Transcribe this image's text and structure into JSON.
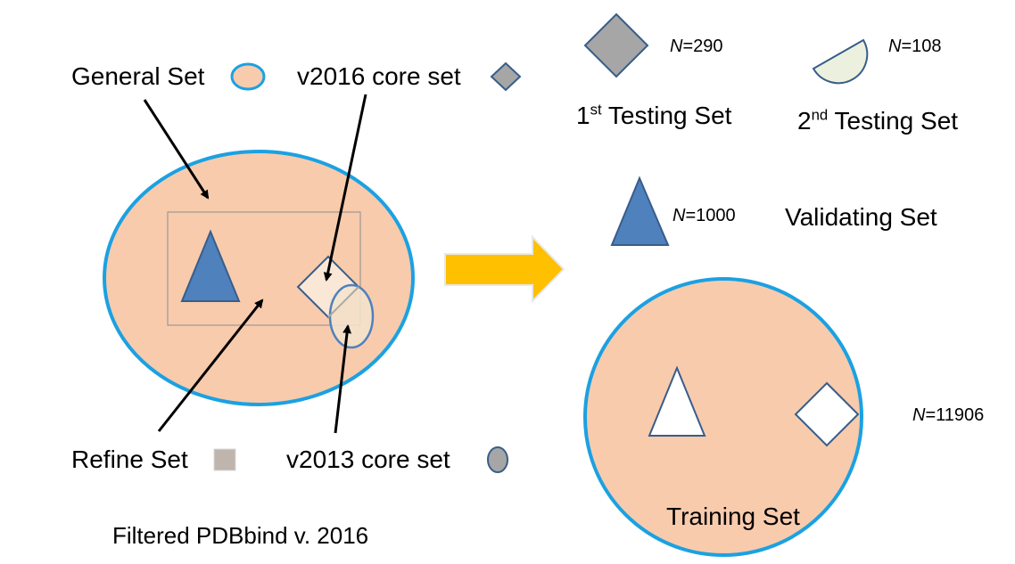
{
  "left_panel": {
    "general_set_label": "General Set",
    "v2016_core_set_label": "v2016 core set",
    "refine_set_label": "Refine Set",
    "v2013_core_set_label": "v2013 core set",
    "caption": "Filtered PDBbind v. 2016"
  },
  "right_panel": {
    "testing1": {
      "n_var": "N",
      "n_value": "=290",
      "label_base": "1",
      "label_sup": "st",
      "label_rest": " Testing Set"
    },
    "testing2": {
      "n_var": "N",
      "n_value": "=108",
      "label_base": "2",
      "label_sup": "nd",
      "label_rest": " Testing Set"
    },
    "validating": {
      "n_var": "N",
      "n_value": "=1000",
      "label": "Validating Set"
    },
    "training": {
      "n_var": "N",
      "n_value": "=11906",
      "label": "Training Set"
    }
  },
  "colors": {
    "general_fill": "#F8CBAD",
    "general_stroke": "#1BA1E2",
    "triangle_fill": "#4F81BD",
    "shape_stroke": "#385D8A",
    "diamond_gray": "#A6A6A6",
    "semicircle_fill": "#EBF1DE",
    "arrow_fill": "#FFC000",
    "refine_square": "#BFB5AD"
  }
}
